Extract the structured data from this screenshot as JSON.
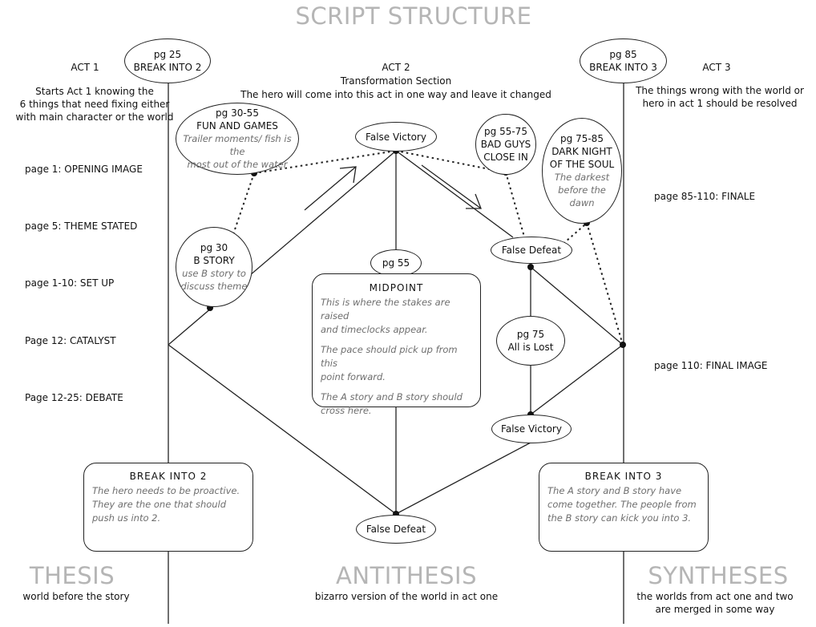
{
  "title": "SCRIPT STRUCTURE",
  "acts": {
    "act1_label": "ACT 1",
    "act1_desc": [
      "Starts Act 1 knowing the",
      "6 things that need fixing either",
      "with main character or the world"
    ],
    "act2_label": "ACT 2",
    "act2_sub": "Transformation Section",
    "act2_desc": "The hero will come into this act in one way and leave it changed",
    "act3_label": "ACT 3",
    "act3_desc": [
      "The things wrong with the world or",
      "hero in act 1 should be resolved"
    ]
  },
  "page_markers": {
    "opening": "page 1:  OPENING IMAGE",
    "theme": "page 5:  THEME STATED",
    "setup": "page 1-10:  SET UP",
    "catalyst": "Page 12:  CATALYST",
    "debate": "Page 12-25:  DEBATE",
    "finale": "page 85-110:  FINALE",
    "final_image": "page 110:  FINAL IMAGE"
  },
  "nodes": {
    "break2_pg": "pg 25",
    "break2_label": "BREAK INTO 2",
    "break3_pg": "pg 85",
    "break3_label": "BREAK INTO 3",
    "fun_pg": "pg 30-55",
    "fun_label": "FUN AND GAMES",
    "fun_note": [
      "Trailer moments/ fish is the",
      "most out of the water"
    ],
    "false_victory_top": "False Victory",
    "bad_pg": "pg 55-75",
    "bad_label": [
      "BAD GUYS",
      "CLOSE IN"
    ],
    "dark_pg": "pg 75-85",
    "dark_label": [
      "DARK NIGHT",
      "OF THE SOUL"
    ],
    "dark_note": [
      "The darkest",
      "before the",
      "dawn"
    ],
    "bstory_pg": "pg 30",
    "bstory_label": "B STORY",
    "bstory_note": [
      "use B story to",
      "discuss theme"
    ],
    "pg55": "pg 55",
    "false_defeat_right": "False Defeat",
    "lost_pg": "pg 75",
    "lost_label": "All is Lost",
    "false_victory_bottom": "False Victory",
    "false_defeat_bottom": "False Defeat"
  },
  "boxes": {
    "midpoint_title": "MIDPOINT",
    "midpoint_p1": [
      "This is where the stakes are raised",
      "and timeclocks appear."
    ],
    "midpoint_p2": [
      "The pace should pick up from this",
      "point forward."
    ],
    "midpoint_p3": [
      "The A story and B story should",
      "cross here."
    ],
    "break2_title": "BREAK INTO 2",
    "break2_body": [
      "The hero needs to be proactive.",
      "They are the one that should",
      "push us into 2."
    ],
    "break3_title": "BREAK INTO 3",
    "break3_body": [
      "The A story and B story have",
      "come together.  The people from",
      "the B story can kick you into 3."
    ]
  },
  "footer": {
    "thesis": "THESIS",
    "thesis_sub": "world before the story",
    "antithesis": "ANTITHESIS",
    "antithesis_sub": "bizarro version of the world in act one",
    "syntheses": "SYNTHESES",
    "syntheses_sub": [
      "the worlds from act one and two",
      "are merged in some way"
    ]
  }
}
